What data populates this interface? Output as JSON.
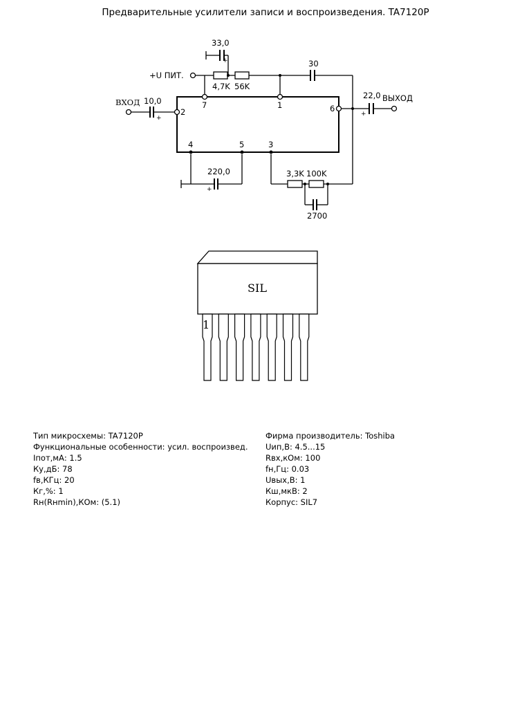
{
  "title": "Предварительные усилители записи и воспроизведения. TA7120P",
  "schematic": {
    "supply_label": "+U ПИТ.",
    "input_label": "ВХОД",
    "output_label": "ВЫХОД",
    "plus_sign": "+",
    "components": {
      "c_supply": "33,0",
      "r1": "4,7K",
      "r2": "56K",
      "c_top": "30",
      "c_in": "10,0",
      "c_out": "22,0",
      "c_gnd": "220,0",
      "r3": "3,3K",
      "r4": "100K",
      "c_fb": "2700"
    },
    "pins": {
      "p1": "1",
      "p2": "2",
      "p3": "3",
      "p4": "4",
      "p5": "5",
      "p6": "6",
      "p7": "7"
    }
  },
  "package": {
    "label": "SIL",
    "pin1": "1",
    "pin_count": 7
  },
  "specs": {
    "left": [
      "Тип микросхемы: TA7120P",
      "Функциональные особенности: усил. воспроизвед.",
      "Iпот,мА: 1.5",
      "Ку,дБ: 78",
      "fв,КГц: 20",
      "Кг,%: 1",
      "Rн(Rнmin),КОм: (5.1)"
    ],
    "right": [
      "Фирма производитель: Toshiba",
      "Uип,В: 4.5...15",
      "Rвх,кОм: 100",
      "fн,Гц: 0.03",
      "Uвых,В: 1",
      "Кш,мкВ: 2",
      "Корпус: SIL7"
    ]
  }
}
